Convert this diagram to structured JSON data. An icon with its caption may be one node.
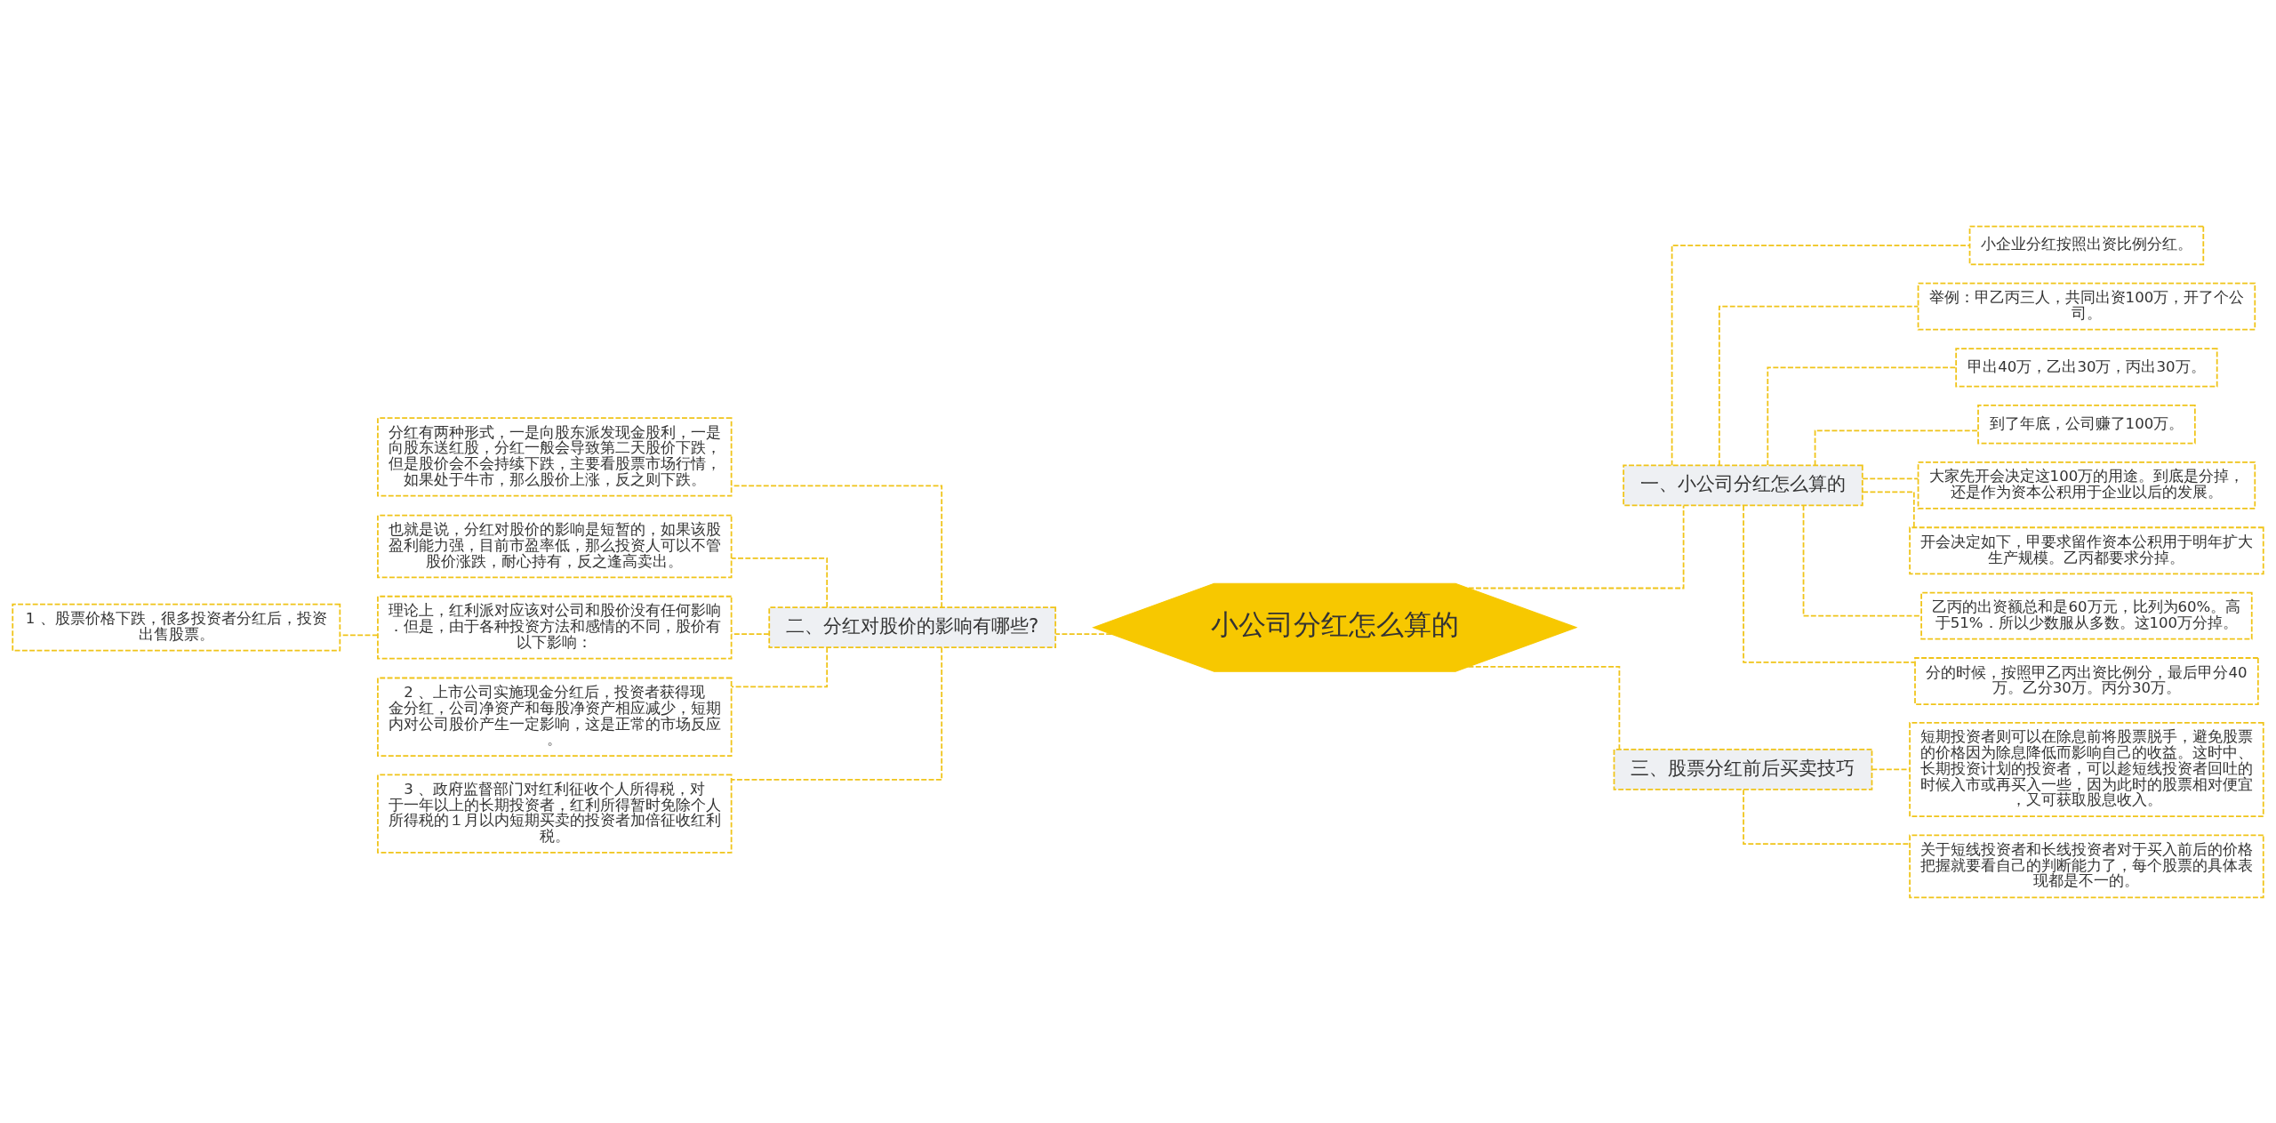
{
  "diagram": {
    "nodes": [
      {
        "text": [
          "小公司分红怎么算的"
        ]
      },
      {
        "text": [
          "一、小公司分红怎么算的"
        ]
      },
      {
        "text": [
          "小企业分红按照出资比例分红。"
        ]
      },
      {
        "text": [
          "举例：甲乙丙三人，共同出资100万，开了个公司。"
        ]
      },
      {
        "text": [
          "甲出40万，乙出30万，丙出30万。"
        ]
      },
      {
        "text": [
          "到了年底，公司赚了100万。"
        ]
      },
      {
        "text": [
          "大家先开会决定这100万的用途。到底是分掉，还是作为资本公积用于企业以后的发展。"
        ]
      },
      {
        "text": [
          "开会决定如下，甲要求留作资本公积用于明年扩大生产规模。乙丙都要求分掉。"
        ]
      },
      {
        "text": [
          "乙丙的出资额总和是60万元，比列为60%。高于51%．所以少数服从多数。这100万分掉。"
        ]
      },
      {
        "text": [
          "分的时候，按照甲乙丙出资比例分，最后甲分40万。乙分30万。丙分30万。"
        ]
      },
      {
        "text": [
          "二、分红对股价的影响有哪些?"
        ]
      },
      {
        "text": [
          "分红有两种形式，一是向股东派发现金股利，一是向股东送红股，分红一般会导致第二天股价下跌，但是股价会不会持续下跌，主要看股票市场行情，如果处于牛市，那么股价上涨，反之则下跌。"
        ]
      },
      {
        "text": [
          "也就是说，分红对股价的影响是短暂的，如果该股盈利能力强，目前市盈率低，那么投资人可以不管股价涨跌，耐心持有，反之逢高卖出。"
        ]
      },
      {
        "text": [
          "理论上，红利派对应该对公司和股价没有任何影响．但是，由于各种投资方法和感情的不同，股价有以下影响："
        ]
      },
      {
        "text": [
          " 2 、上市公司实施现金分红后，投资者获得现金分红，公司净资产和每股净资产相应减少，短期内对公司股价产生一定影响，这是正常的市场反应。"
        ]
      },
      {
        "text": [
          " 3 、政府监督部门对红利征收个人所得税，对于一年以上的长期投资者，红利所得暂时免除个人所得税的１月以内短期买卖的投资者加倍征收红利税。"
        ]
      },
      {
        "text": [
          " 1 、股票价格下跌，很多投资者分红后，投资出售股票。"
        ]
      },
      {
        "text": [
          "三、股票分红前后买卖技巧"
        ]
      },
      {
        "text": [
          "短期投资者则可以在除息前将股票脱手，避免股票的价格因为除息降低而影响自己的收益。这时中、长期投资计划的投资者，可以趁短线投资者回吐的时候入市或再买入一些，因为此时的股票相对便宜，又可获取股息收入。"
        ]
      },
      {
        "text": [
          "关于短线投资者和长线投资者对于买入前后的价格把握就要看自己的判断能力了，每个股票的具体表现都是不一的。"
        ]
      }
    ],
    "edges": [
      {
        "from": 0,
        "to": 1,
        "arrow": "none"
      },
      {
        "from": 1,
        "to": 2,
        "arrow": "none"
      },
      {
        "from": 1,
        "to": 3,
        "arrow": "none"
      },
      {
        "from": 1,
        "to": 4,
        "arrow": "none"
      },
      {
        "from": 1,
        "to": 5,
        "arrow": "none"
      },
      {
        "from": 1,
        "to": 6,
        "arrow": "none"
      },
      {
        "from": 1,
        "to": 7,
        "arrow": "none"
      },
      {
        "from": 1,
        "to": 8,
        "arrow": "none"
      },
      {
        "from": 1,
        "to": 9,
        "arrow": "none"
      },
      {
        "from": 0,
        "to": 10,
        "arrow": "none"
      },
      {
        "from": 10,
        "to": 11,
        "arrow": "none"
      },
      {
        "from": 10,
        "to": 12,
        "arrow": "none"
      },
      {
        "from": 10,
        "to": 13,
        "arrow": "none"
      },
      {
        "from": 10,
        "to": 14,
        "arrow": "none"
      },
      {
        "from": 10,
        "to": 15,
        "arrow": "none"
      },
      {
        "from": 13,
        "to": 16,
        "arrow": "none"
      },
      {
        "from": 0,
        "to": 17,
        "arrow": "none"
      },
      {
        "from": 17,
        "to": 18,
        "arrow": "none"
      },
      {
        "from": 17,
        "to": 19,
        "arrow": "none"
      }
    ]
  }
}
